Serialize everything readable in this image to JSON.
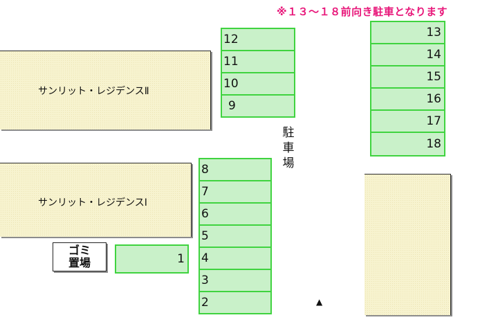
{
  "note": "※１３〜１８前向き駐車となります",
  "buildings": {
    "residence_2": "サンリット・レジデンスⅡ",
    "residence_1": "サンリット・レジデンスⅠ",
    "east": ""
  },
  "garbage": {
    "line1": "ゴミ",
    "line2": "置場"
  },
  "lot_label": [
    "駐",
    "車",
    "場"
  ],
  "marker": "▲",
  "stalls": {
    "s1": "1",
    "s2": "2",
    "s3": "3",
    "s4": "4",
    "s5": "5",
    "s6": "6",
    "s7": "7",
    "s8": "8",
    "s9": "9",
    "s10": "10",
    "s11": "11",
    "s12": "12",
    "s13": "13",
    "s14": "14",
    "s15": "15",
    "s16": "16",
    "s17": "17",
    "s18": "18"
  },
  "colors": {
    "stall_fill": "#c9f1c9",
    "stall_border": "#3fd33f",
    "building_fill": "#f7f3cf",
    "note_text": "#e8177a"
  }
}
